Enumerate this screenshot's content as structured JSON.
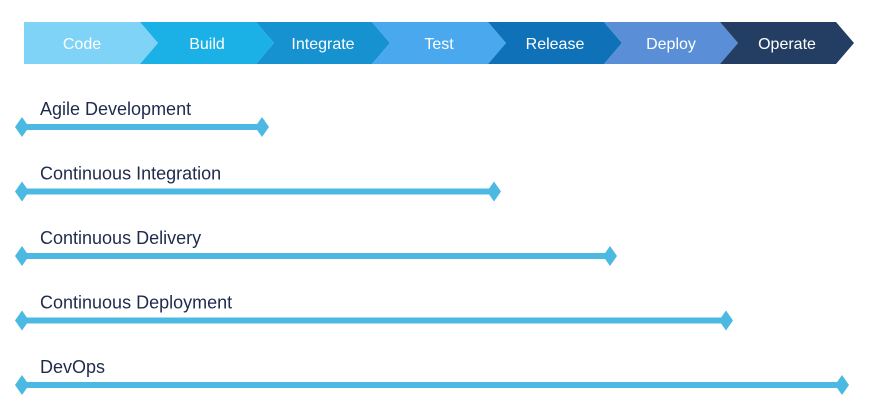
{
  "pipeline": {
    "stages": [
      {
        "label": "Code",
        "color": "#7fd3f7"
      },
      {
        "label": "Build",
        "color": "#1bb1e6"
      },
      {
        "label": "Integrate",
        "color": "#1592cf"
      },
      {
        "label": "Test",
        "color": "#4aa9ee"
      },
      {
        "label": "Release",
        "color": "#0f71b7"
      },
      {
        "label": "Deploy",
        "color": "#5a8fd7"
      },
      {
        "label": "Operate",
        "color": "#243e63"
      }
    ]
  },
  "ranges": [
    {
      "label": "Agile Development",
      "from_stage": "Code",
      "to_stage": "Build"
    },
    {
      "label": "Continuous Integration",
      "from_stage": "Code",
      "to_stage": "Test"
    },
    {
      "label": "Continuous Delivery",
      "from_stage": "Code",
      "to_stage": "Release"
    },
    {
      "label": "Continuous Deployment",
      "from_stage": "Code",
      "to_stage": "Deploy"
    },
    {
      "label": "DevOps",
      "from_stage": "Code",
      "to_stage": "Operate"
    }
  ],
  "colors": {
    "range_line": "#4cb9e3",
    "range_text": "#1f2b4d",
    "stage_text": "#ffffff"
  }
}
